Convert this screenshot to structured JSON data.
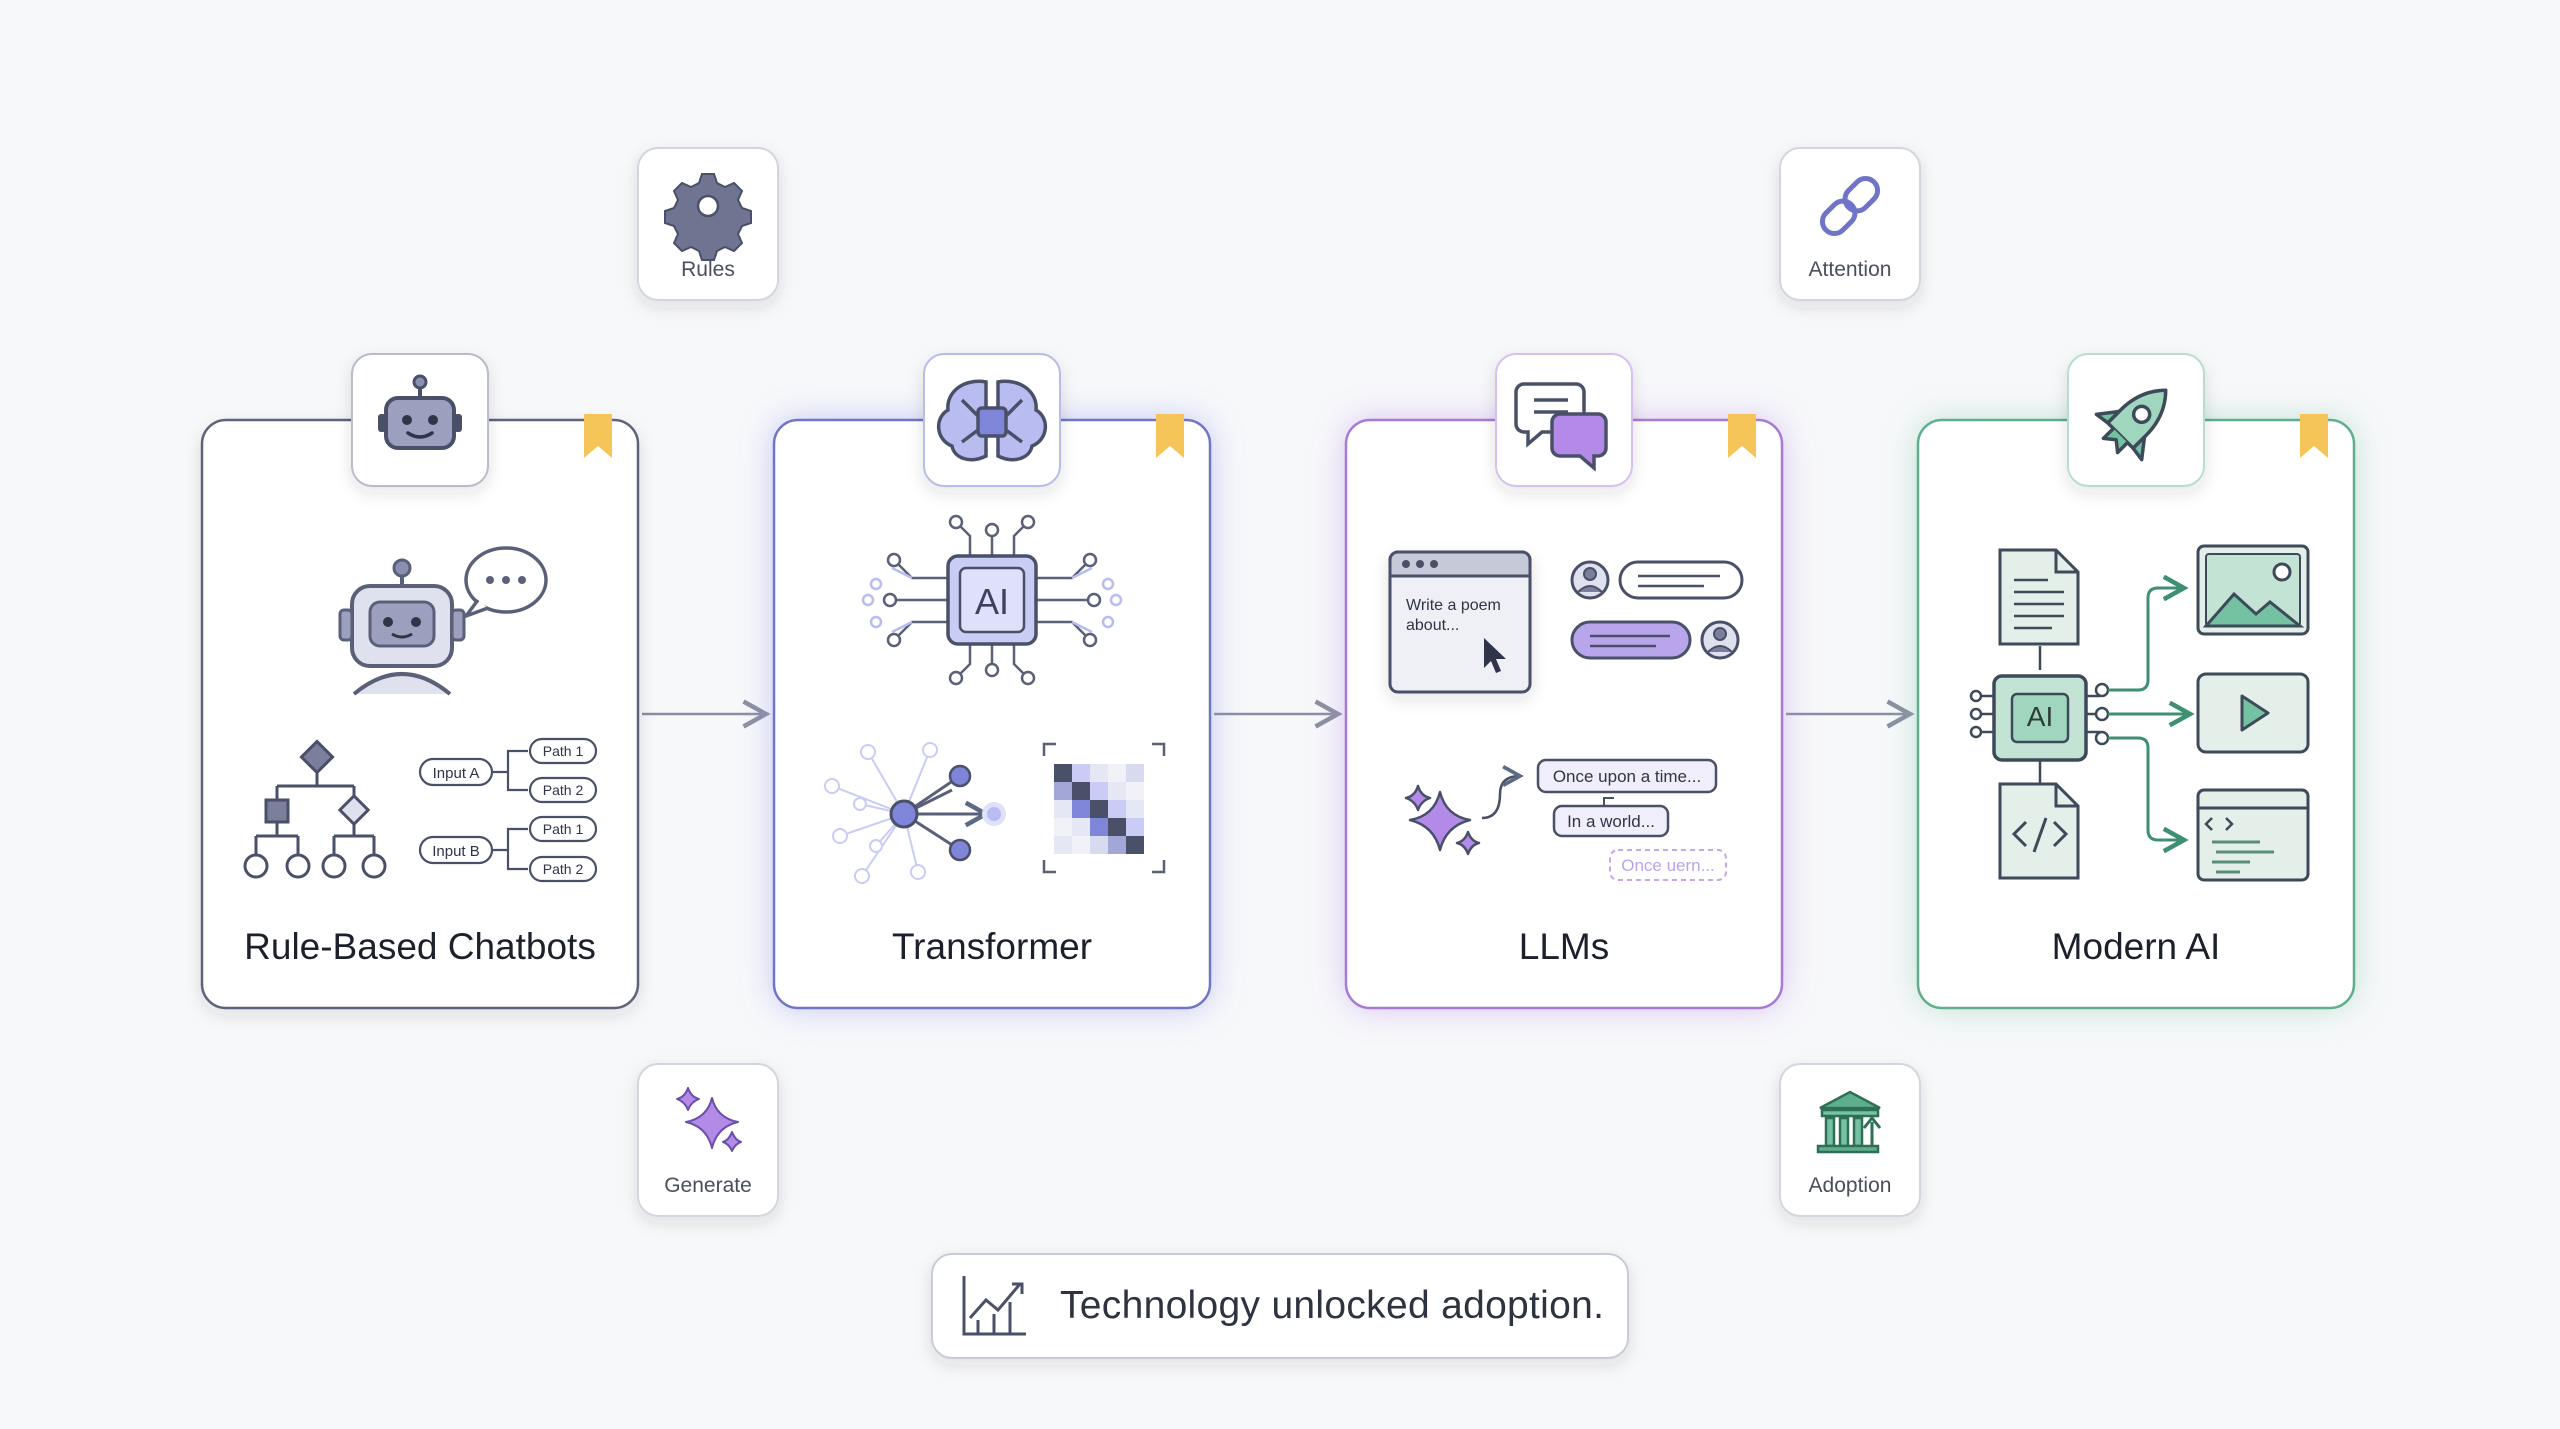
{
  "stages": [
    {
      "label": "Rule-Based Chatbots",
      "accent": "#6f7591",
      "icon": "robot-icon"
    },
    {
      "label": "Transformer",
      "accent": "#8c8ff0",
      "icon": "brain-chip-icon"
    },
    {
      "label": "LLMs",
      "accent": "#b48ae8",
      "icon": "chat-bubbles-icon"
    },
    {
      "label": "Modern AI",
      "accent": "#74c2a2",
      "icon": "rocket-icon"
    }
  ],
  "badges": {
    "rules": "Rules",
    "attention": "Attention",
    "generate": "Generate",
    "adoption": "Adoption"
  },
  "rule_flow": {
    "input_a": "Input A",
    "input_b": "Input B",
    "path_1": "Path 1",
    "path_2": "Path 2"
  },
  "transformer_chip": "AI",
  "llm_window": {
    "line1": "Write a poem",
    "line2": "about..."
  },
  "llm_generation": [
    "Once upon a time...",
    "In a world...",
    "Once uern..."
  ],
  "modern_chip": "AI",
  "callout": "Technology unlocked adoption.",
  "colors": {
    "gray_accent": "#6f7591",
    "blue_accent": "#8c8ff0",
    "purple_accent": "#b48ae8",
    "green_accent": "#74c2a2",
    "bookmark": "#f5c55a"
  }
}
